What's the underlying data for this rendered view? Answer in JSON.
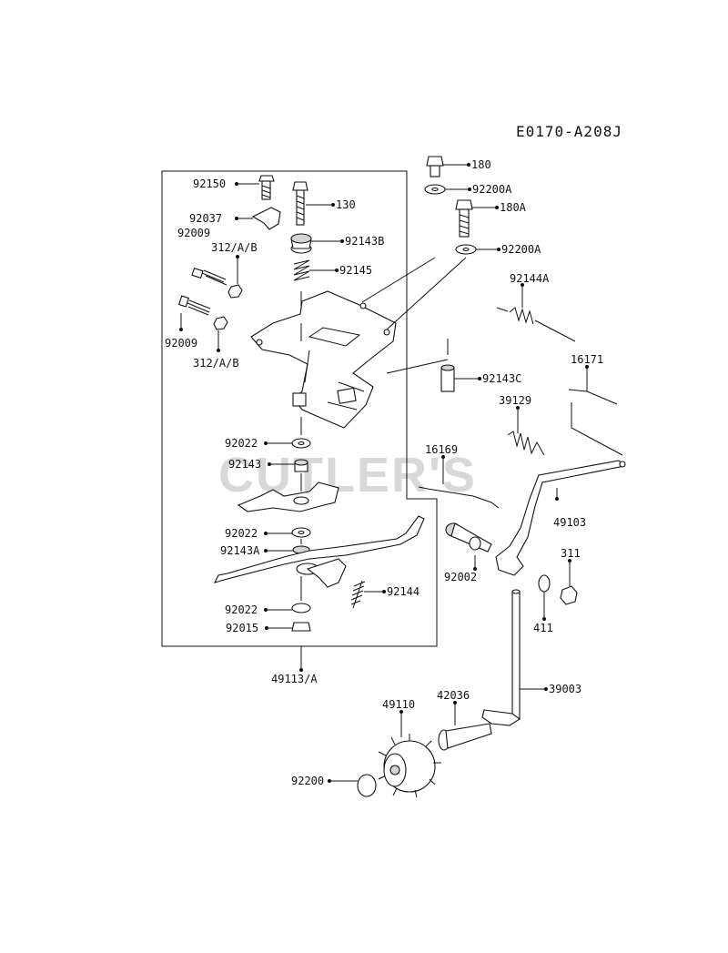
{
  "diagram": {
    "code": "E0170-A208J",
    "watermark": "CUTLER'S",
    "labels": {
      "p92150": "92150",
      "p130": "130",
      "p92037": "92037",
      "p92009a": "92009",
      "p92143B": "92143B",
      "p312a": "312/A/B",
      "p92145": "92145",
      "p92009b": "92009",
      "p312b": "312/A/B",
      "p180": "180",
      "p92200Aa": "92200A",
      "p180A": "180A",
      "p92200Ab": "92200A",
      "p92144A": "92144A",
      "p92143C": "92143C",
      "p16171": "16171",
      "p39129": "39129",
      "p92022a": "92022",
      "p16169": "16169",
      "p92143": "92143",
      "p49103": "49103",
      "p92022b": "92022",
      "p92143A": "92143A",
      "p92002": "92002",
      "p311": "311",
      "p92144": "92144",
      "p92022c": "92022",
      "p411": "411",
      "p92015": "92015",
      "p49113A": "49113/A",
      "p39003": "39003",
      "p49110": "49110",
      "p42036": "42036",
      "p92200": "92200"
    }
  }
}
